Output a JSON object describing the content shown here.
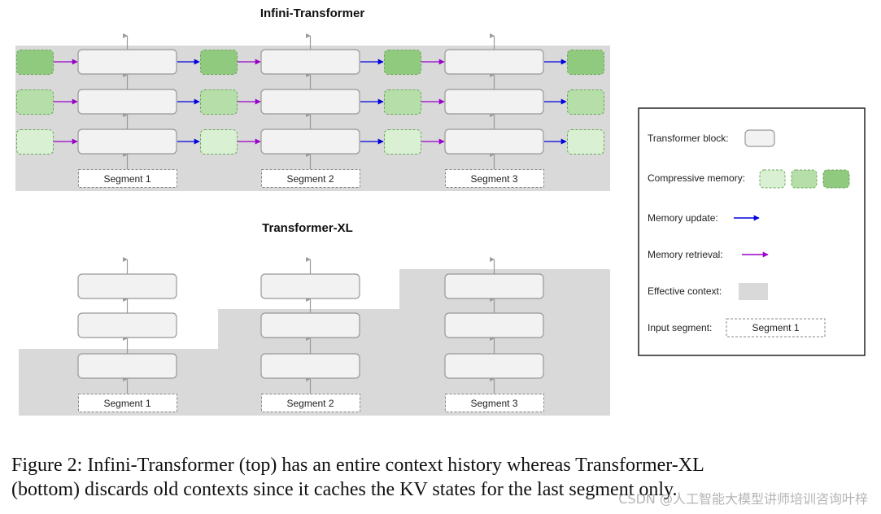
{
  "infini": {
    "title": "Infini-Transformer",
    "segments": [
      "Segment 1",
      "Segment 2",
      "Segment 3"
    ]
  },
  "xl": {
    "title": "Transformer-XL",
    "segments": [
      "Segment 1",
      "Segment 2",
      "Segment 3"
    ]
  },
  "legend": {
    "transformer_block": "Transformer block:",
    "compressive_memory": "Compressive memory:",
    "memory_update": "Memory update:",
    "memory_retrieval": "Memory retrieval:",
    "effective_context": "Effective context:",
    "input_segment": "Input segment:",
    "input_segment_example": "Segment 1"
  },
  "caption": {
    "line1": "Figure 2: Infini-Transformer (top) has an entire context history whereas Transformer-XL",
    "line2": "(bottom) discards old contexts since it caches the KV states for the last segment only."
  },
  "watermark": "CSDN @人工智能大模型讲师培训咨询叶梓",
  "colors": {
    "context": "#d9d9d9",
    "block_fill": "#f2f2f2",
    "block_stroke": "#999999",
    "memory_light": "#d9f0d3",
    "memory_mid": "#b5dea8",
    "memory_dark": "#8fca7e",
    "memory_stroke": "#6aa85a",
    "update_arrow": "#0000dd",
    "retrieval_arrow": "#9900cc",
    "up_arrow": "#999999"
  }
}
